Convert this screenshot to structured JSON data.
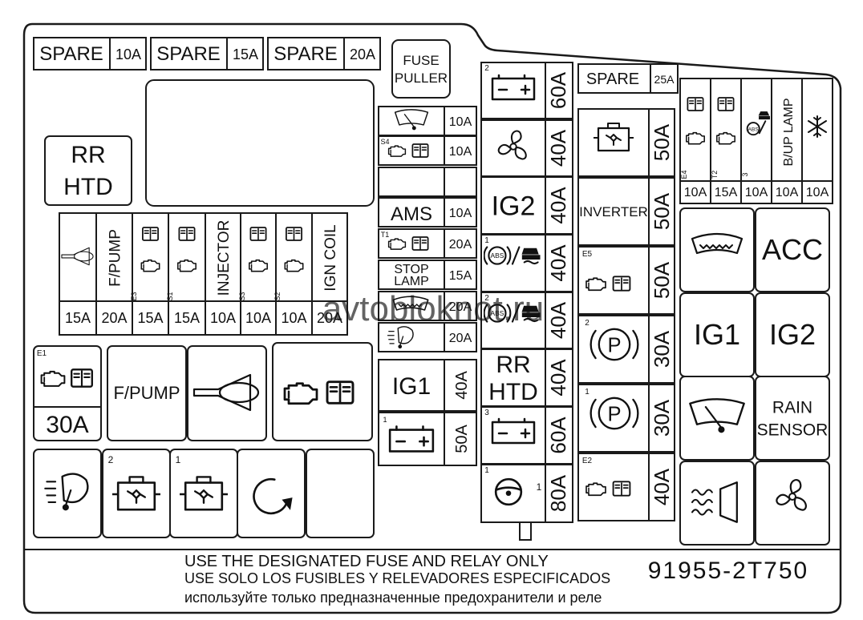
{
  "spare_fuses": [
    {
      "label": "SPARE",
      "rating": "10A"
    },
    {
      "label": "SPARE",
      "rating": "15A"
    },
    {
      "label": "SPARE",
      "rating": "20A"
    }
  ],
  "spare_25": {
    "label": "SPARE",
    "rating": "25A"
  },
  "fuse_puller": "FUSE PULLER",
  "rr_htd_relay": "RR HTD",
  "left_row": {
    "labels": [
      "",
      "F/PUMP",
      "",
      "",
      "INJECTOR",
      "",
      "",
      "IGN COIL"
    ],
    "subs": [
      "",
      "",
      "E3",
      "S1",
      "",
      "S3",
      "S2",
      ""
    ],
    "ratings": [
      "15A",
      "20A",
      "15A",
      "15A",
      "10A",
      "10A",
      "10A",
      "20A"
    ]
  },
  "mid_left_col": {
    "ratings": [
      "10A",
      "10A",
      "",
      "10A",
      "20A",
      "15A",
      "20A",
      "20A"
    ],
    "labels": [
      "",
      "",
      "",
      "AMS",
      "",
      "STOP LAMP",
      "",
      ""
    ],
    "subs": [
      "",
      "S4",
      "",
      "",
      "T1",
      "",
      "",
      ""
    ]
  },
  "mid_col": {
    "labels": [
      "",
      "",
      "IG2",
      "",
      "",
      "RR HTD",
      "",
      ""
    ],
    "ratings": [
      "60A",
      "40A",
      "40A",
      "40A",
      "40A",
      "40A",
      "60A",
      "80A"
    ],
    "subs": [
      "2",
      "",
      "",
      "1",
      "2",
      "",
      "3",
      "1"
    ]
  },
  "right_mid_col": {
    "labels": [
      "",
      "INVERTER",
      "",
      "",
      "",
      ""
    ],
    "ratings": [
      "50A",
      "50A",
      "50A",
      "30A",
      "30A",
      "40A"
    ],
    "subs": [
      "",
      "",
      "E5",
      "2",
      "1",
      "E2"
    ]
  },
  "top_right_row": {
    "labels": [
      "",
      "",
      "",
      "B/UP LAMP",
      ""
    ],
    "subs": [
      "E4",
      "T2",
      "3",
      "",
      ""
    ],
    "ratings": [
      "10A",
      "15A",
      "10A",
      "10A",
      "10A"
    ]
  },
  "right_relays": [
    "",
    "ACC",
    "IG1",
    "IG2",
    "",
    "RAIN SENSOR",
    "",
    ""
  ],
  "ig1_fuse": {
    "label": "IG1",
    "rating": "40A"
  },
  "bat_fuse": {
    "sub": "1",
    "rating": "50A"
  },
  "e1_fuse": {
    "sub": "E1",
    "rating": "30A"
  },
  "bottom_relays": {
    "fpump": "F/PUMP"
  },
  "bottom_small": {
    "subs": [
      "",
      "2",
      "1",
      "",
      ""
    ]
  },
  "notice": {
    "line1": "USE THE DESIGNATED FUSE AND RELAY ONLY",
    "line2": "USE SOLO LOS FUSIBLES Y RELEVADORES ESPECIFICADOS",
    "line3": "используйте только предназначенные предохранители и реле",
    "part_no": "91955-2T750"
  },
  "watermark": "avtobloknot.ru"
}
